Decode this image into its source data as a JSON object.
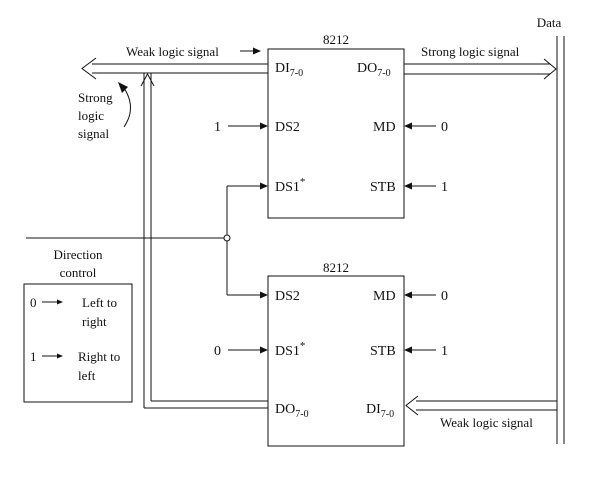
{
  "data_bus_label": "Data",
  "chip_top": {
    "name": "8212",
    "pins": {
      "di": "DI",
      "di_sub": "7-0",
      "do": "DO",
      "do_sub": "7-0",
      "ds2": "DS2",
      "md": "MD",
      "ds1": "DS1",
      "ds1_star": "*",
      "stb": "STB"
    },
    "inputs": {
      "ds2": "1",
      "md": "0",
      "stb": "1"
    }
  },
  "chip_bottom": {
    "name": "8212",
    "pins": {
      "ds2": "DS2",
      "md": "MD",
      "ds1": "DS1",
      "ds1_star": "*",
      "stb": "STB",
      "do": "DO",
      "do_sub": "7-0",
      "di": "DI",
      "di_sub": "7-0"
    },
    "inputs": {
      "ds1": "0",
      "md": "0",
      "stb": "1"
    }
  },
  "signals": {
    "weak_top": "Weak logic signal",
    "strong_top": "Strong logic signal",
    "weak_bottom": "Weak logic signal",
    "strong_left": [
      "Strong",
      "logic",
      "signal"
    ]
  },
  "direction_control": {
    "title": [
      "Direction",
      "control"
    ],
    "entries": [
      {
        "value": "0",
        "text": [
          "Left to",
          "right"
        ]
      },
      {
        "value": "1",
        "text": [
          "Right to",
          "left"
        ]
      }
    ]
  }
}
